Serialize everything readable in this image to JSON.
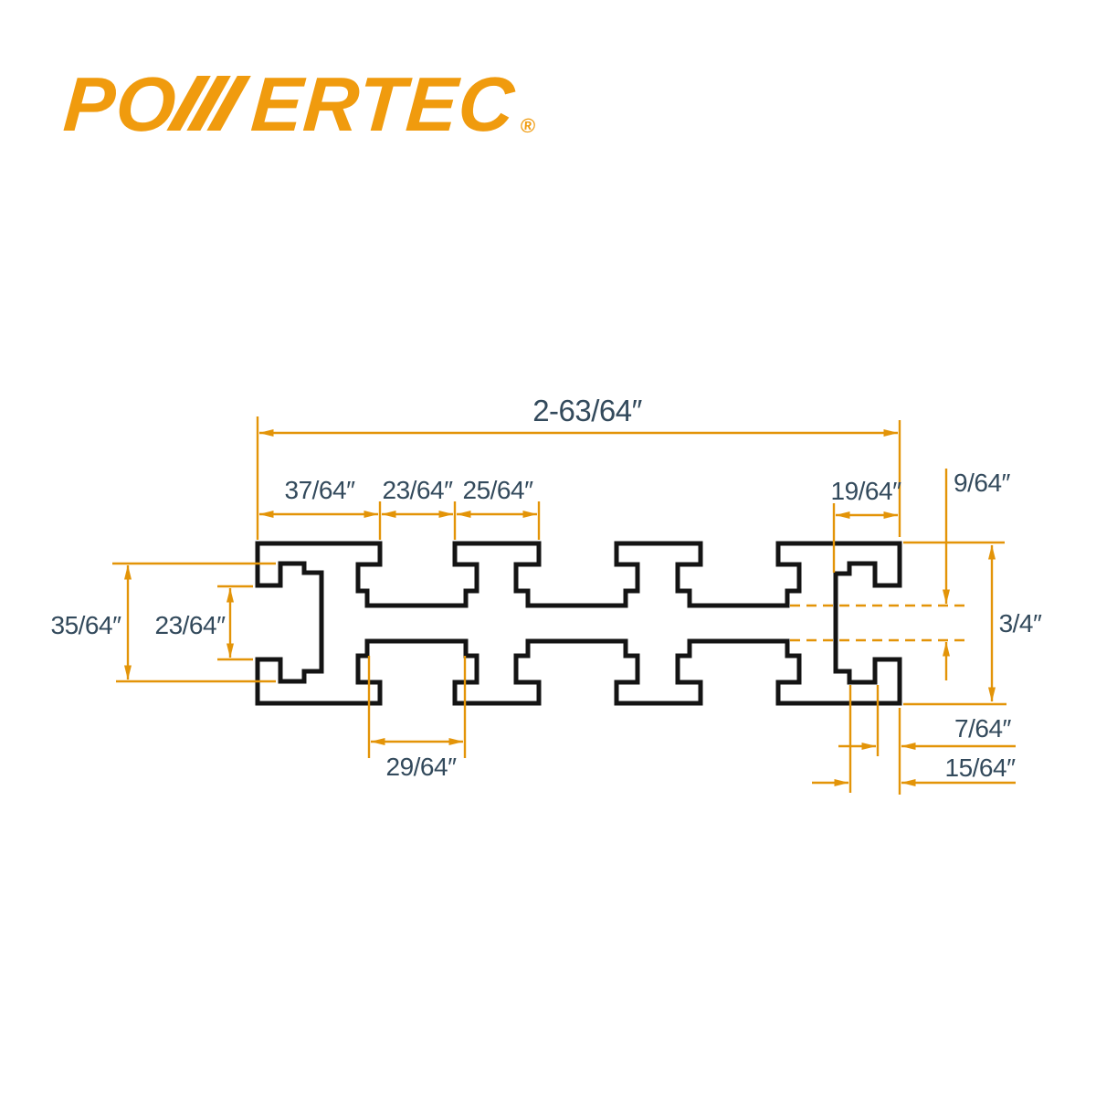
{
  "brand": {
    "name": "POWERTEC",
    "text_left": "PO",
    "text_right": "ERTEC",
    "registered": "®"
  },
  "colors": {
    "logo_orange": "#F09B0E",
    "dimension_orange": "#E39408",
    "label_text": "#334A5C",
    "profile_line": "#141414",
    "background": "#FFFFFF"
  },
  "dims": {
    "overall_width": "2-63/64″",
    "top_row": [
      "37/64″",
      "23/64″",
      "25/64″",
      "19/64″"
    ],
    "web_gap": "9/64″",
    "left_slot_cavity": "35/64″",
    "left_slot_mouth": "23/64″",
    "overall_height": "3/4″",
    "bottom_slot_recess": "29/64″",
    "right_lip": "7/64″",
    "right_edge_offset": "15/64″"
  }
}
